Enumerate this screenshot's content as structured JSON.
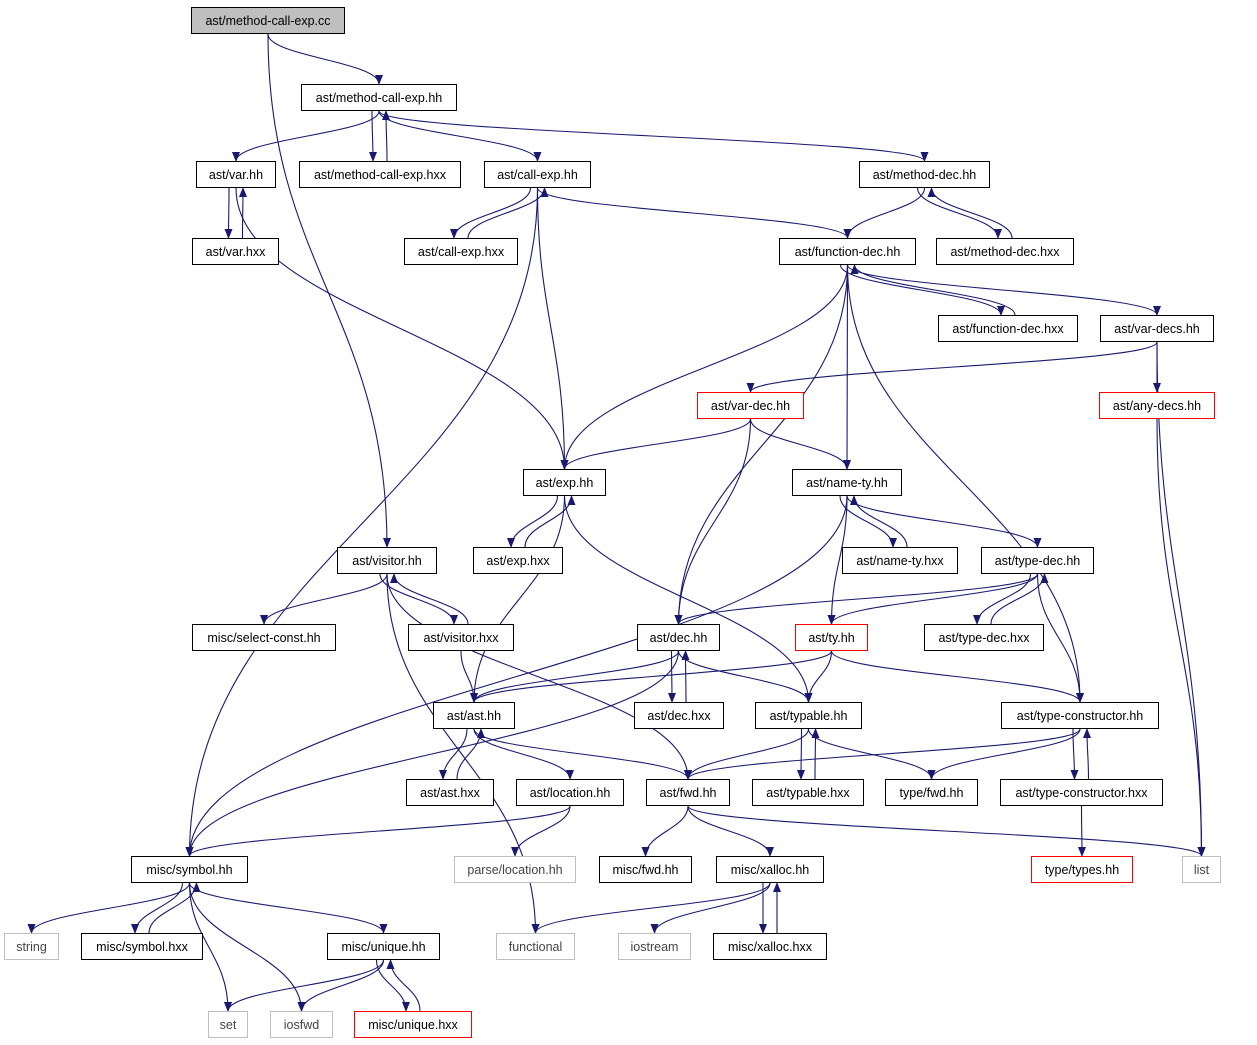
{
  "graph": {
    "edge_color": "#191970",
    "style_colors": {
      "root": "#bfbfbf",
      "red": "#ff0000",
      "ext": "#bfbfbf"
    },
    "nodes": [
      {
        "id": "method-call-exp-cc",
        "label": "ast/method-call-exp.cc",
        "style": "root"
      },
      {
        "id": "method-call-exp-hh",
        "label": "ast/method-call-exp.hh",
        "style": "normal"
      },
      {
        "id": "var-hh",
        "label": "ast/var.hh",
        "style": "normal"
      },
      {
        "id": "method-call-exp-hxx",
        "label": "ast/method-call-exp.hxx",
        "style": "normal"
      },
      {
        "id": "call-exp-hh",
        "label": "ast/call-exp.hh",
        "style": "normal"
      },
      {
        "id": "method-dec-hh",
        "label": "ast/method-dec.hh",
        "style": "normal"
      },
      {
        "id": "var-hxx",
        "label": "ast/var.hxx",
        "style": "normal"
      },
      {
        "id": "call-exp-hxx",
        "label": "ast/call-exp.hxx",
        "style": "normal"
      },
      {
        "id": "function-dec-hh",
        "label": "ast/function-dec.hh",
        "style": "normal"
      },
      {
        "id": "method-dec-hxx",
        "label": "ast/method-dec.hxx",
        "style": "normal"
      },
      {
        "id": "function-dec-hxx",
        "label": "ast/function-dec.hxx",
        "style": "normal"
      },
      {
        "id": "var-decs-hh",
        "label": "ast/var-decs.hh",
        "style": "normal"
      },
      {
        "id": "var-dec-hh",
        "label": "ast/var-dec.hh",
        "style": "red"
      },
      {
        "id": "any-decs-hh",
        "label": "ast/any-decs.hh",
        "style": "red"
      },
      {
        "id": "exp-hh",
        "label": "ast/exp.hh",
        "style": "normal"
      },
      {
        "id": "name-ty-hh",
        "label": "ast/name-ty.hh",
        "style": "normal"
      },
      {
        "id": "visitor-hh",
        "label": "ast/visitor.hh",
        "style": "normal"
      },
      {
        "id": "exp-hxx",
        "label": "ast/exp.hxx",
        "style": "normal"
      },
      {
        "id": "name-ty-hxx",
        "label": "ast/name-ty.hxx",
        "style": "normal"
      },
      {
        "id": "type-dec-hh",
        "label": "ast/type-dec.hh",
        "style": "normal"
      },
      {
        "id": "select-const-hh",
        "label": "misc/select-const.hh",
        "style": "normal"
      },
      {
        "id": "visitor-hxx",
        "label": "ast/visitor.hxx",
        "style": "normal"
      },
      {
        "id": "dec-hh",
        "label": "ast/dec.hh",
        "style": "normal"
      },
      {
        "id": "ty-hh",
        "label": "ast/ty.hh",
        "style": "red"
      },
      {
        "id": "type-dec-hxx",
        "label": "ast/type-dec.hxx",
        "style": "normal"
      },
      {
        "id": "ast-hh",
        "label": "ast/ast.hh",
        "style": "normal"
      },
      {
        "id": "dec-hxx",
        "label": "ast/dec.hxx",
        "style": "normal"
      },
      {
        "id": "typable-hh",
        "label": "ast/typable.hh",
        "style": "normal"
      },
      {
        "id": "type-constructor-hh",
        "label": "ast/type-constructor.hh",
        "style": "normal"
      },
      {
        "id": "ast-hxx",
        "label": "ast/ast.hxx",
        "style": "normal"
      },
      {
        "id": "location-hh",
        "label": "ast/location.hh",
        "style": "normal"
      },
      {
        "id": "fwd-hh",
        "label": "ast/fwd.hh",
        "style": "normal"
      },
      {
        "id": "typable-hxx",
        "label": "ast/typable.hxx",
        "style": "normal"
      },
      {
        "id": "type-fwd-hh",
        "label": "type/fwd.hh",
        "style": "normal"
      },
      {
        "id": "type-constructor-hxx",
        "label": "ast/type-constructor.hxx",
        "style": "normal"
      },
      {
        "id": "symbol-hh",
        "label": "misc/symbol.hh",
        "style": "normal"
      },
      {
        "id": "parse-location-hh",
        "label": "parse/location.hh",
        "style": "ext"
      },
      {
        "id": "misc-fwd-hh",
        "label": "misc/fwd.hh",
        "style": "normal"
      },
      {
        "id": "xalloc-hh",
        "label": "misc/xalloc.hh",
        "style": "normal"
      },
      {
        "id": "type-types-hh",
        "label": "type/types.hh",
        "style": "red"
      },
      {
        "id": "list",
        "label": "list",
        "style": "ext"
      },
      {
        "id": "string",
        "label": "string",
        "style": "ext"
      },
      {
        "id": "symbol-hxx",
        "label": "misc/symbol.hxx",
        "style": "normal"
      },
      {
        "id": "unique-hh",
        "label": "misc/unique.hh",
        "style": "normal"
      },
      {
        "id": "functional",
        "label": "functional",
        "style": "ext"
      },
      {
        "id": "iostream",
        "label": "iostream",
        "style": "ext"
      },
      {
        "id": "xalloc-hxx",
        "label": "misc/xalloc.hxx",
        "style": "normal"
      },
      {
        "id": "set",
        "label": "set",
        "style": "ext"
      },
      {
        "id": "iosfwd",
        "label": "iosfwd",
        "style": "ext"
      },
      {
        "id": "unique-hxx",
        "label": "misc/unique.hxx",
        "style": "red"
      }
    ],
    "edges": [
      [
        "method-call-exp-cc",
        "method-call-exp-hh"
      ],
      [
        "method-call-exp-cc",
        "visitor-hh"
      ],
      [
        "method-call-exp-hh",
        "var-hh"
      ],
      [
        "method-call-exp-hh",
        "method-call-exp-hxx"
      ],
      [
        "method-call-exp-hxx",
        "method-call-exp-hh"
      ],
      [
        "method-call-exp-hh",
        "call-exp-hh"
      ],
      [
        "method-call-exp-hh",
        "method-dec-hh"
      ],
      [
        "var-hh",
        "var-hxx"
      ],
      [
        "var-hxx",
        "var-hh"
      ],
      [
        "var-hh",
        "exp-hh"
      ],
      [
        "call-exp-hh",
        "call-exp-hxx"
      ],
      [
        "call-exp-hxx",
        "call-exp-hh"
      ],
      [
        "call-exp-hh",
        "function-dec-hh"
      ],
      [
        "call-exp-hh",
        "exp-hh"
      ],
      [
        "call-exp-hh",
        "symbol-hh"
      ],
      [
        "method-dec-hh",
        "function-dec-hh"
      ],
      [
        "method-dec-hh",
        "method-dec-hxx"
      ],
      [
        "method-dec-hxx",
        "method-dec-hh"
      ],
      [
        "function-dec-hh",
        "function-dec-hxx"
      ],
      [
        "function-dec-hxx",
        "function-dec-hh"
      ],
      [
        "function-dec-hh",
        "var-decs-hh"
      ],
      [
        "function-dec-hh",
        "exp-hh"
      ],
      [
        "function-dec-hh",
        "name-ty-hh"
      ],
      [
        "function-dec-hh",
        "dec-hh"
      ],
      [
        "function-dec-hh",
        "type-constructor-hh"
      ],
      [
        "var-decs-hh",
        "var-dec-hh"
      ],
      [
        "var-decs-hh",
        "any-decs-hh"
      ],
      [
        "var-decs-hh",
        "list"
      ],
      [
        "any-decs-hh",
        "list"
      ],
      [
        "var-dec-hh",
        "exp-hh"
      ],
      [
        "var-dec-hh",
        "name-ty-hh"
      ],
      [
        "var-dec-hh",
        "dec-hh"
      ],
      [
        "exp-hh",
        "exp-hxx"
      ],
      [
        "exp-hxx",
        "exp-hh"
      ],
      [
        "exp-hh",
        "ast-hh"
      ],
      [
        "exp-hh",
        "typable-hh"
      ],
      [
        "name-ty-hh",
        "name-ty-hxx"
      ],
      [
        "name-ty-hxx",
        "name-ty-hh"
      ],
      [
        "name-ty-hh",
        "type-dec-hh"
      ],
      [
        "name-ty-hh",
        "ty-hh"
      ],
      [
        "name-ty-hh",
        "symbol-hh"
      ],
      [
        "visitor-hh",
        "select-const-hh"
      ],
      [
        "visitor-hh",
        "visitor-hxx"
      ],
      [
        "visitor-hxx",
        "visitor-hh"
      ],
      [
        "visitor-hh",
        "fwd-hh"
      ],
      [
        "visitor-hh",
        "functional"
      ],
      [
        "visitor-hxx",
        "ast-hh"
      ],
      [
        "type-dec-hh",
        "type-dec-hxx"
      ],
      [
        "type-dec-hxx",
        "type-dec-hh"
      ],
      [
        "type-dec-hh",
        "dec-hh"
      ],
      [
        "type-dec-hh",
        "ty-hh"
      ],
      [
        "type-dec-hh",
        "type-constructor-hh"
      ],
      [
        "dec-hh",
        "dec-hxx"
      ],
      [
        "dec-hxx",
        "dec-hh"
      ],
      [
        "dec-hh",
        "ast-hh"
      ],
      [
        "dec-hh",
        "typable-hh"
      ],
      [
        "dec-hh",
        "symbol-hh"
      ],
      [
        "ty-hh",
        "ast-hh"
      ],
      [
        "ty-hh",
        "typable-hh"
      ],
      [
        "ty-hh",
        "type-constructor-hh"
      ],
      [
        "ast-hh",
        "ast-hxx"
      ],
      [
        "ast-hxx",
        "ast-hh"
      ],
      [
        "ast-hh",
        "location-hh"
      ],
      [
        "ast-hh",
        "fwd-hh"
      ],
      [
        "typable-hh",
        "typable-hxx"
      ],
      [
        "typable-hxx",
        "typable-hh"
      ],
      [
        "typable-hh",
        "fwd-hh"
      ],
      [
        "typable-hh",
        "type-fwd-hh"
      ],
      [
        "type-constructor-hh",
        "type-constructor-hxx"
      ],
      [
        "type-constructor-hxx",
        "type-constructor-hh"
      ],
      [
        "type-constructor-hh",
        "fwd-hh"
      ],
      [
        "type-constructor-hh",
        "type-fwd-hh"
      ],
      [
        "type-constructor-hxx",
        "type-types-hh"
      ],
      [
        "location-hh",
        "symbol-hh"
      ],
      [
        "location-hh",
        "parse-location-hh"
      ],
      [
        "fwd-hh",
        "misc-fwd-hh"
      ],
      [
        "fwd-hh",
        "xalloc-hh"
      ],
      [
        "fwd-hh",
        "list"
      ],
      [
        "symbol-hh",
        "string"
      ],
      [
        "symbol-hh",
        "symbol-hxx"
      ],
      [
        "symbol-hxx",
        "symbol-hh"
      ],
      [
        "symbol-hh",
        "unique-hh"
      ],
      [
        "symbol-hh",
        "set"
      ],
      [
        "symbol-hh",
        "iosfwd"
      ],
      [
        "unique-hh",
        "set"
      ],
      [
        "unique-hh",
        "iosfwd"
      ],
      [
        "unique-hh",
        "unique-hxx"
      ],
      [
        "unique-hxx",
        "unique-hh"
      ],
      [
        "xalloc-hh",
        "functional"
      ],
      [
        "xalloc-hh",
        "iostream"
      ],
      [
        "xalloc-hh",
        "xalloc-hxx"
      ],
      [
        "xalloc-hxx",
        "xalloc-hh"
      ]
    ]
  }
}
